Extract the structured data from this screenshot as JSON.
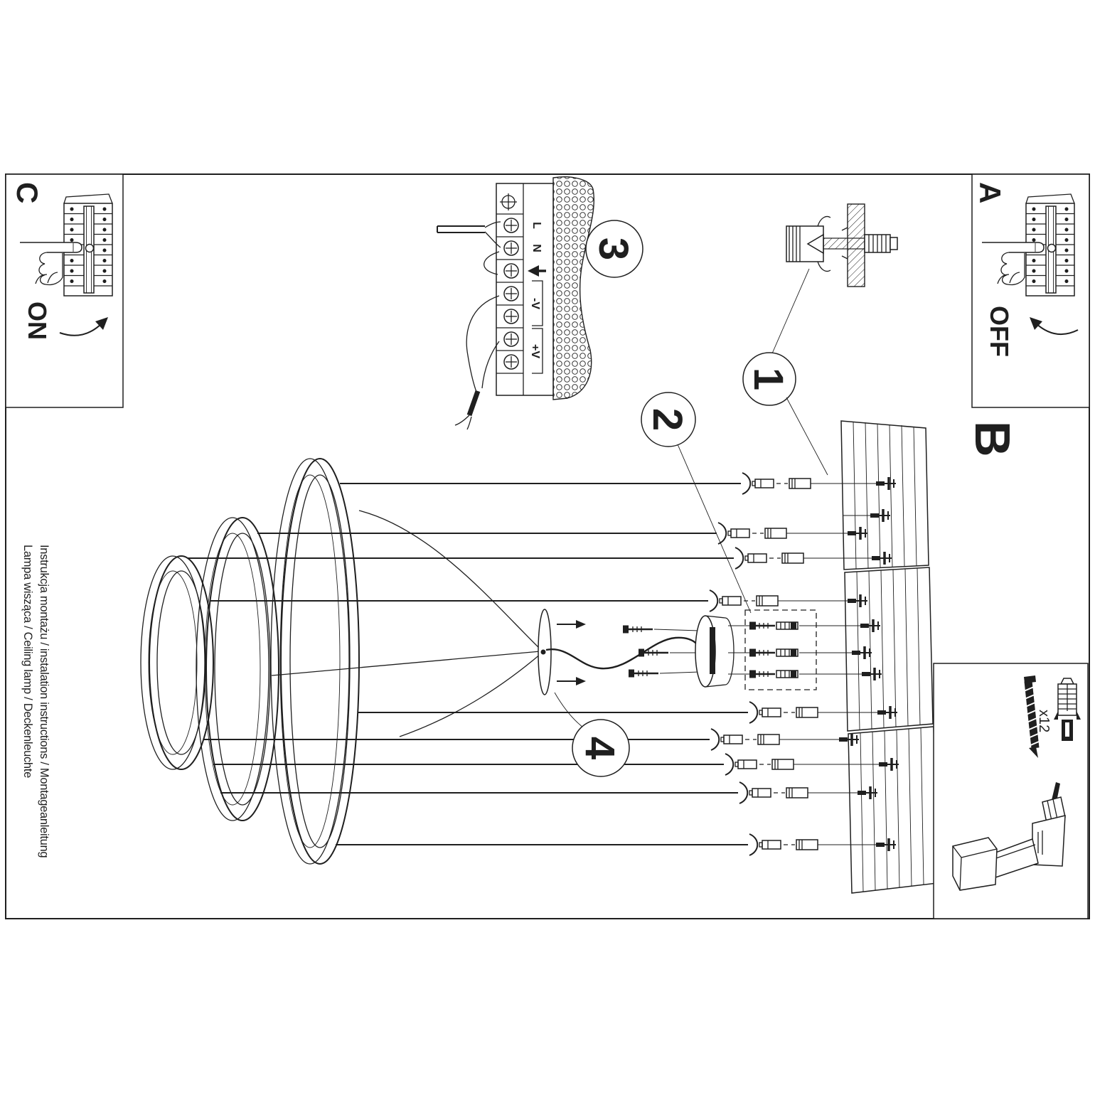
{
  "document": {
    "background": "#ffffff",
    "ink": "#1f1f1f",
    "kind": "ceiling lamp installation instruction sheet"
  },
  "margin_text": {
    "line1": "Instrukcja montażu / instalation instructions / Montageanleitung",
    "line2": "Lampa wisząca / Ceiling lamp / Deckenleuchte"
  },
  "sections": {
    "c": {
      "letter": "C",
      "state": "ON"
    },
    "a": {
      "letter": "A",
      "state": "OFF"
    },
    "b": {
      "letter": "B"
    }
  },
  "steps": {
    "one": "1",
    "two": "2",
    "three": "3",
    "four": "4"
  },
  "terminal_labels": {
    "live": "L",
    "neutral": "N",
    "v_minus": "-V",
    "v_plus": "+V"
  },
  "hardware": {
    "screw_count": "x12"
  }
}
